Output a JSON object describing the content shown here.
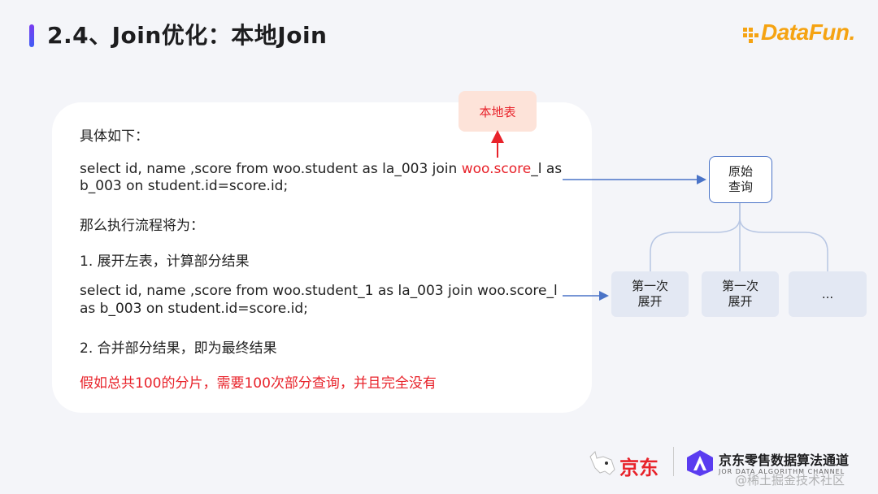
{
  "title": "2.4、Join优化：本地Join",
  "logo": {
    "text": "DataFun.",
    "color": "#f5a312"
  },
  "content": {
    "intro": "具体如下：",
    "sql1_part1": "select id, name ,score from woo.student as la_003 join ",
    "sql1_highlight": "woo.score",
    "sql1_part2": "_l as",
    "sql1_line2": "b_003 on student.id=score.id;",
    "flow_intro": "那么执行流程将为：",
    "step1": "1. 展开左表，计算部分结果",
    "sql2_line1": "select id, name ,score from woo.student_1 as la_003 join woo.score_l",
    "sql2_line2": "as b_003 on student.id=score.id;",
    "step2": "2. 合并部分结果，即为最终结果",
    "note": "假如总共100的分片，需要100次部分查询，并且完全没有"
  },
  "callout": {
    "label": "本地表"
  },
  "diagram": {
    "origin": {
      "line1": "原始",
      "line2": "查询"
    },
    "children": [
      {
        "line1": "第一次",
        "line2": "展开"
      },
      {
        "line1": "第一次",
        "line2": "展开"
      },
      {
        "line1": "...",
        "line2": ""
      }
    ]
  },
  "footer": {
    "jd_label": "京东",
    "channel_title": "京东零售数据算法通道",
    "channel_sub": "JOR DATA ALGORITHM CHANNEL",
    "watermark": "@稀土掘金技术社区"
  },
  "colors": {
    "accent_red": "#e8222a",
    "accent_blue": "#4a73c7",
    "node_fill": "#e3e8f3",
    "callout_fill": "#fde3d9"
  }
}
